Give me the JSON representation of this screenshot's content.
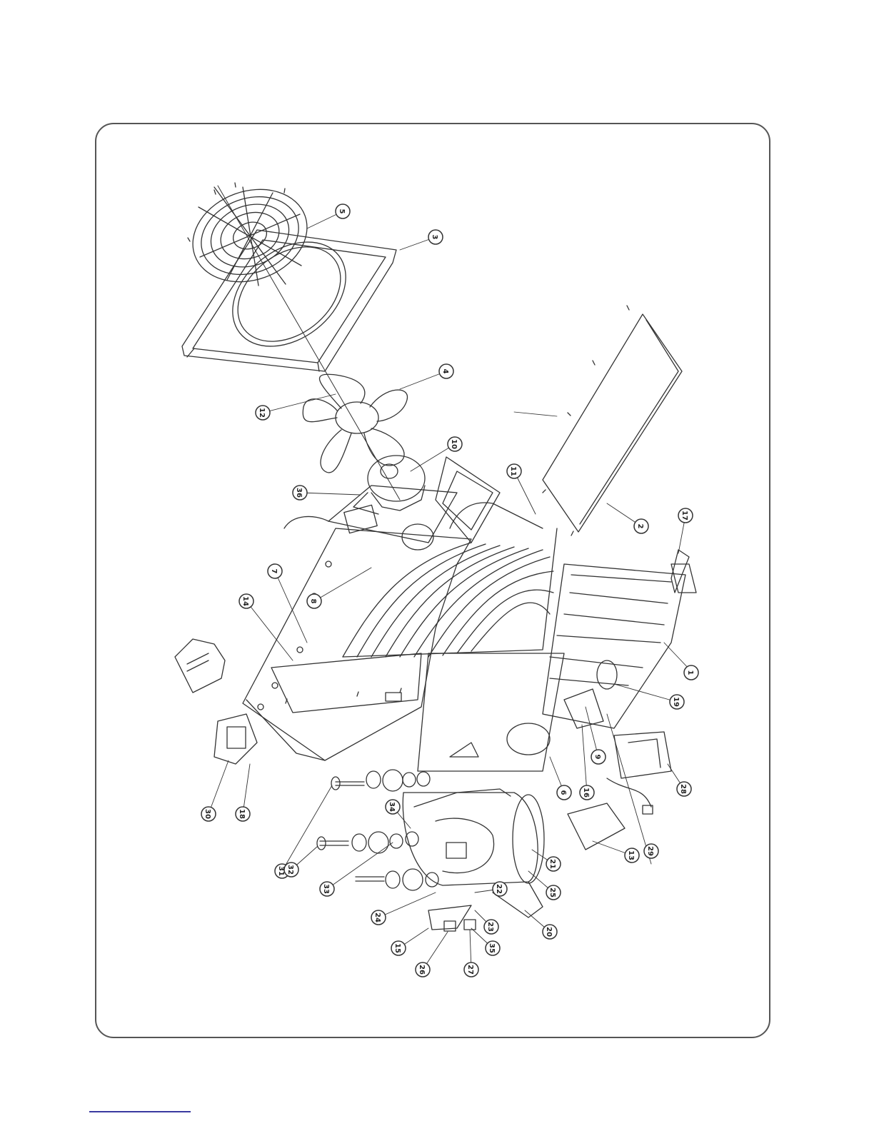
{
  "diagram": {
    "type": "exploded-parts-view",
    "callouts": [
      {
        "id": "c1",
        "label": "1"
      },
      {
        "id": "c2",
        "label": "2"
      },
      {
        "id": "c3",
        "label": "3"
      },
      {
        "id": "c4",
        "label": "4"
      },
      {
        "id": "c5",
        "label": "5"
      },
      {
        "id": "c6",
        "label": "6"
      },
      {
        "id": "c7",
        "label": "7"
      },
      {
        "id": "c8",
        "label": "8"
      },
      {
        "id": "c9",
        "label": "9"
      },
      {
        "id": "c10",
        "label": "10"
      },
      {
        "id": "c11",
        "label": "11"
      },
      {
        "id": "c12",
        "label": "12"
      },
      {
        "id": "c13",
        "label": "13"
      },
      {
        "id": "c14",
        "label": "14"
      },
      {
        "id": "c15",
        "label": "15"
      },
      {
        "id": "c16",
        "label": "16"
      },
      {
        "id": "c17",
        "label": "17"
      },
      {
        "id": "c18",
        "label": "18"
      },
      {
        "id": "c19",
        "label": "19"
      },
      {
        "id": "c20",
        "label": "20"
      },
      {
        "id": "c21",
        "label": "21"
      },
      {
        "id": "c22",
        "label": "22"
      },
      {
        "id": "c23",
        "label": "23"
      },
      {
        "id": "c24",
        "label": "24"
      },
      {
        "id": "c25",
        "label": "25"
      },
      {
        "id": "c26",
        "label": "26"
      },
      {
        "id": "c27",
        "label": "27"
      },
      {
        "id": "c28",
        "label": "28"
      },
      {
        "id": "c29",
        "label": "29"
      },
      {
        "id": "c30",
        "label": "30"
      },
      {
        "id": "c31",
        "label": "31"
      },
      {
        "id": "c32",
        "label": "32"
      },
      {
        "id": "c33",
        "label": "33"
      },
      {
        "id": "c34",
        "label": "34"
      },
      {
        "id": "c35",
        "label": "35"
      },
      {
        "id": "c36",
        "label": "36"
      },
      {
        "id": "c37",
        "label": "10"
      }
    ],
    "colors": {
      "line": "#333333",
      "frame": "#555555",
      "footer_rule": "#3a3aa0"
    }
  }
}
